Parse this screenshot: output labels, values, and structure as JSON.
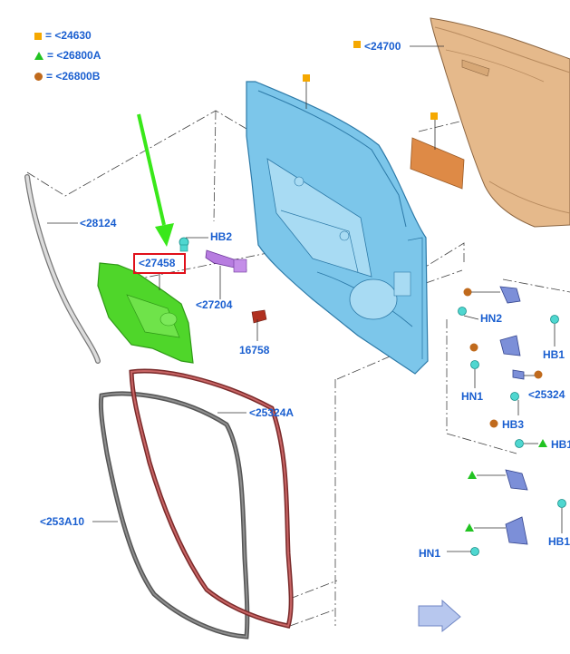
{
  "legend": [
    {
      "symbol": "square-icon",
      "text": "= <24630"
    },
    {
      "symbol": "triangle-icon",
      "text": "= <26800A"
    },
    {
      "symbol": "circle-icon",
      "text": "= <26800B"
    }
  ],
  "labels": {
    "l24700": "<24700",
    "l28124": "<28124",
    "lHB2": "HB2",
    "l27458": "<27458",
    "l27204": "<27204",
    "l16758": "16758",
    "lHN2": "HN2",
    "lHB1a": "HB1",
    "lHN1a": "HN1",
    "l25324": "<25324",
    "lHB3": "HB3",
    "lHB1b": "HB1",
    "l25324A": "<25324A",
    "l253A10": "<253A10",
    "lHB1c": "HB1",
    "lHN1b": "HN1"
  },
  "colors": {
    "label": "#1a5fd0",
    "highlight": "#e0101a",
    "pointer_arrow": "#39e81a",
    "part_highlight": "#4fd62a",
    "door_shell": "#7cc6ea",
    "outer_panel": "#e5b98b",
    "seal_inner": "#555555",
    "seal_outer": "#9a3a3a"
  }
}
